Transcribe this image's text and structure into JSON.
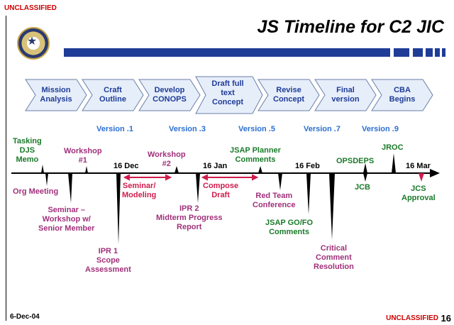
{
  "classification": {
    "top": "UNCLASSIFIED",
    "bottom": "UNCLASSIFIED"
  },
  "title": "JS Timeline for C2 JIC",
  "footer": {
    "date": "6-Dec-04",
    "page": "16"
  },
  "phases": [
    {
      "line1": "Mission",
      "line2": "Analysis",
      "line3": ""
    },
    {
      "line1": "Craft",
      "line2": "Outline",
      "line3": ""
    },
    {
      "line1": "Develop",
      "line2": "CONOPS",
      "line3": ""
    },
    {
      "line1": "Draft full",
      "line2": "text",
      "line3": "Concept"
    },
    {
      "line1": "Revise",
      "line2": "Concept",
      "line3": ""
    },
    {
      "line1": "Final",
      "line2": "version",
      "line3": ""
    },
    {
      "line1": "CBA",
      "line2": "Begins",
      "line3": ""
    }
  ],
  "versions": [
    "Version .1",
    "Version .3",
    "Version .5",
    "Version .7",
    "Version .9"
  ],
  "timeline": {
    "dates": [
      "16 Dec",
      "16 Jan",
      "16 Feb",
      "16 Mar"
    ],
    "events": {
      "tasking": [
        "Tasking",
        "DJS",
        "Memo"
      ],
      "org_meeting": "Org Meeting",
      "workshop1": [
        "Workshop",
        "#1"
      ],
      "seminar": [
        "Seminar –",
        "Workshop w/",
        "Senior Member"
      ],
      "ipr1": [
        "IPR 1",
        "Scope",
        "Assessment"
      ],
      "seminar_modeling": [
        "Seminar/",
        "Modeling"
      ],
      "workshop2": [
        "Workshop",
        "#2"
      ],
      "ipr2": [
        "IPR 2",
        "Midterm Progress",
        "Report"
      ],
      "compose_draft": [
        "Compose",
        "Draft"
      ],
      "jsap_planner": [
        "JSAP Planner",
        "Comments"
      ],
      "red_team": [
        "Red Team",
        "Conference"
      ],
      "jsap_gofo": [
        "JSAP GO/FO",
        "Comments"
      ],
      "critical": [
        "Critical",
        "Comment",
        "Resolution"
      ],
      "opsdeps": "OPSDEPS",
      "jcb": "JCB",
      "jroc": "JROC",
      "jcs": [
        "JCS",
        "Approval"
      ]
    }
  }
}
